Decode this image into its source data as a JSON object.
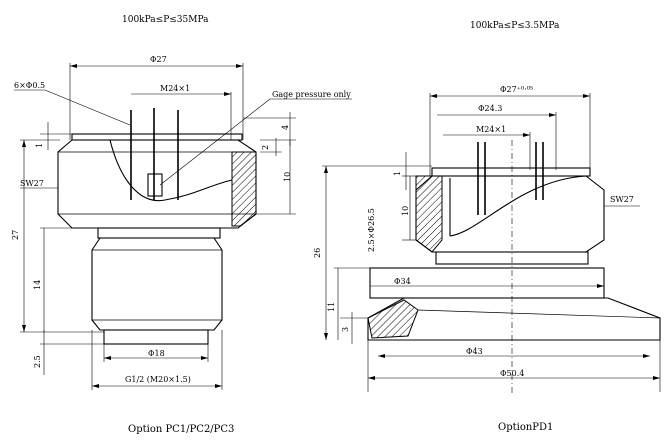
{
  "left": {
    "range": "100kPa≤P≤35MPa",
    "dia_top": "Φ27",
    "dia_thread_top": "M24×1",
    "pins": "6×Φ0.5",
    "gage_note": "Gage pressure only",
    "sw": "SW27",
    "h_total": "27",
    "h_lower": "14",
    "h_bottom": "2.5",
    "v_4": "4",
    "v_2": "2",
    "v_10": "10",
    "v_1": "1",
    "dia_bottom": "Φ18",
    "thread_bottom": "G1/2 (M20×1.5)",
    "caption": "Option PC1/PC2/PC3"
  },
  "right": {
    "range": "100kPa≤P≤3.5MPa",
    "dia_top": "Φ27⁺⁰·⁰⁵",
    "dia_mid": "Φ24.3",
    "dia_thread": "M24×1",
    "sw": "SW27",
    "v_10": "10",
    "v_1": "1",
    "thread_side": "2.5×Φ26.5",
    "h_total": "26",
    "dia_34": "Φ34",
    "h_11": "11",
    "h_3": "3",
    "dia_43": "Φ43",
    "dia_504": "Φ50.4",
    "caption": "OptionPD1"
  }
}
